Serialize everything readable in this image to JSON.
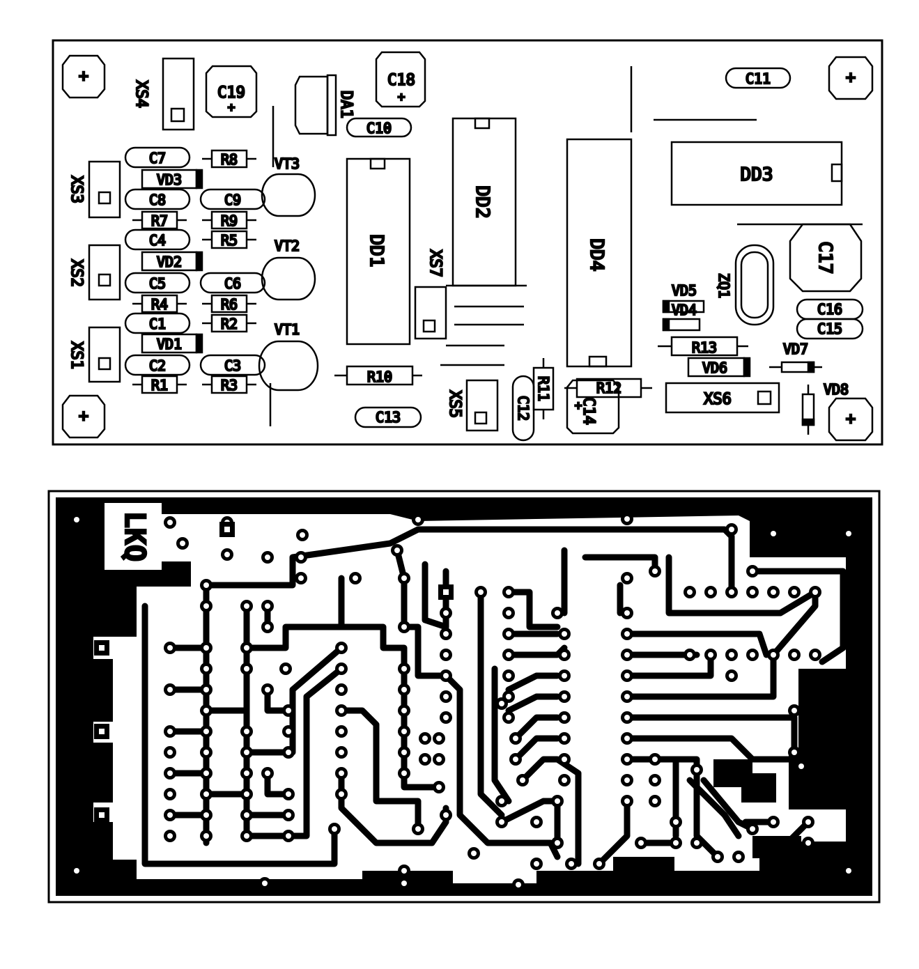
{
  "board_title": "LKQ",
  "mount_hole_symbol": "+",
  "components": {
    "XS4": "XS4",
    "C19": "C19",
    "DA1": "DA1",
    "C18": "C18",
    "C10": "C10",
    "C11": "C11",
    "C7": "C7",
    "R8": "R8",
    "VD3": "VD3",
    "VT3": "VT3",
    "XS3": "XS3",
    "C8": "C8",
    "C9": "C9",
    "R7": "R7",
    "R9": "R9",
    "C4": "C4",
    "R5": "R5",
    "VD2": "VD2",
    "VT2": "VT2",
    "XS2": "XS2",
    "C5": "C5",
    "C6": "C6",
    "R4": "R4",
    "R6": "R6",
    "C1": "C1",
    "R2": "R2",
    "VT1": "VT1",
    "VD1": "VD1",
    "XS1": "XS1",
    "C2": "C2",
    "C3": "C3",
    "R1": "R1",
    "R3": "R3",
    "DD1": "DD1",
    "DD2": "DD2",
    "DD4": "DD4",
    "DD3": "DD3",
    "XS7": "XS7",
    "R10": "R10",
    "C13": "C13",
    "XS5": "XS5",
    "R11": "R11",
    "C12": "C12",
    "C14": "C14",
    "R12": "R12",
    "XS6": "XS6",
    "C17": "C17",
    "ZQ1": "ZQ1",
    "VD5": "VD5",
    "VD4": "VD4",
    "C16": "C16",
    "C15": "C15",
    "R13": "R13",
    "VD6": "VD6",
    "VD7": "VD7",
    "VD8": "VD8"
  },
  "colors": {
    "ink": "#000000",
    "paper": "#ffffff"
  }
}
